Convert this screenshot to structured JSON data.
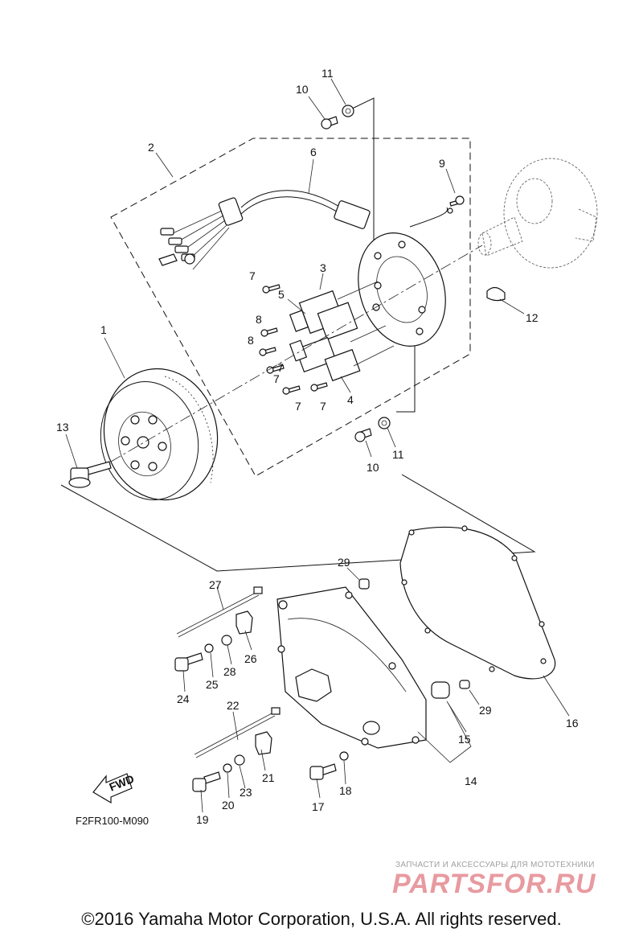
{
  "diagram": {
    "callouts": [
      {
        "label": "1"
      },
      {
        "label": "2"
      },
      {
        "label": "3"
      },
      {
        "label": "4"
      },
      {
        "label": "5"
      },
      {
        "label": "6"
      },
      {
        "label": "7"
      },
      {
        "label": "7"
      },
      {
        "label": "7"
      },
      {
        "label": "7"
      },
      {
        "label": "7"
      },
      {
        "label": "8"
      },
      {
        "label": "8"
      },
      {
        "label": "9"
      },
      {
        "label": "10"
      },
      {
        "label": "11"
      },
      {
        "label": "10"
      },
      {
        "label": "11"
      },
      {
        "label": "12"
      },
      {
        "label": "13"
      },
      {
        "label": "14"
      },
      {
        "label": "15"
      },
      {
        "label": "16"
      },
      {
        "label": "17"
      },
      {
        "label": "18"
      },
      {
        "label": "19"
      },
      {
        "label": "20"
      },
      {
        "label": "21"
      },
      {
        "label": "22"
      },
      {
        "label": "23"
      },
      {
        "label": "24"
      },
      {
        "label": "25"
      },
      {
        "label": "26"
      },
      {
        "label": "27"
      },
      {
        "label": "28"
      },
      {
        "label": "29"
      },
      {
        "label": "29"
      }
    ],
    "fwd_label": "FWD",
    "diagram_code": "F2FR100-M090"
  },
  "watermark": {
    "tagline": "ЗАПЧАСТИ И АКСЕССУАРЫ ДЛЯ МОТОТЕХНИКИ",
    "brand": "PARTSFOR.RU"
  },
  "footer": {
    "copyright": "©2016 Yamaha Motor Corporation, U.S.A. All rights reserved."
  }
}
